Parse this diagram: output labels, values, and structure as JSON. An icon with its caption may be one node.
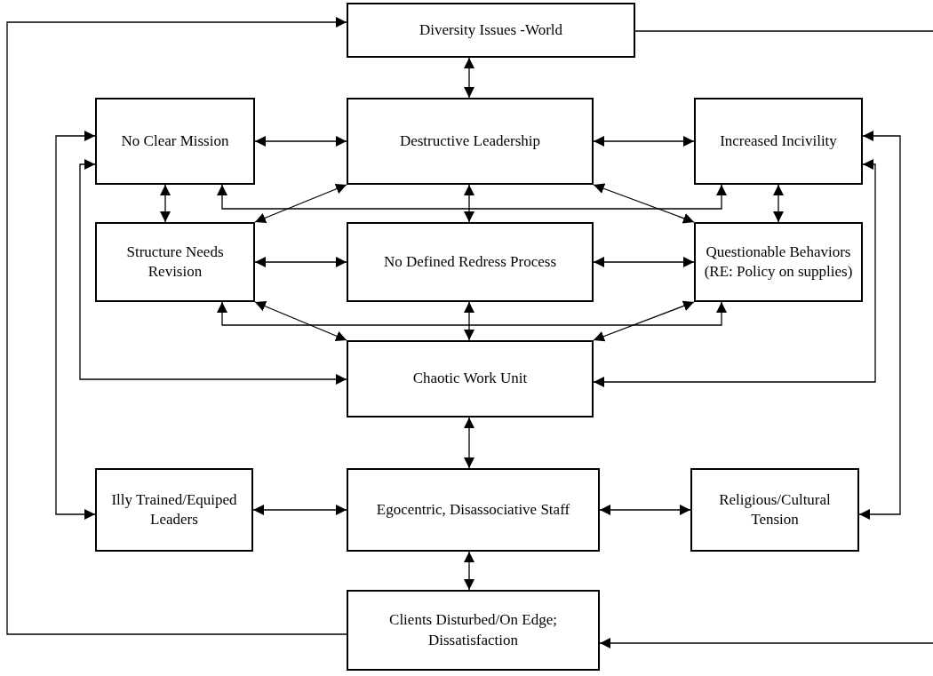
{
  "diagram": {
    "nodes": [
      {
        "text": [
          "Diversity Issues -World"
        ]
      },
      {
        "text": [
          "No Clear Mission"
        ]
      },
      {
        "text": [
          "Destructive Leadership"
        ]
      },
      {
        "text": [
          "Increased Incivility"
        ]
      },
      {
        "text": [
          "Structure Needs Revision"
        ]
      },
      {
        "text": [
          "No Defined Redress Process"
        ]
      },
      {
        "text": [
          "Questionable Behaviors (RE: Policy on supplies)"
        ]
      },
      {
        "text": [
          "Chaotic Work Unit"
        ]
      },
      {
        "text": [
          "Illy Trained/Equiped Leaders"
        ]
      },
      {
        "text": [
          "Egocentric, Disassociative Staff"
        ]
      },
      {
        "text": [
          "Religious/Cultural Tension"
        ]
      },
      {
        "text": [
          "Clients Disturbed/On Edge; Dissatisfaction"
        ]
      }
    ],
    "edges": [
      {
        "from": 11,
        "to": 0,
        "arrow": "to"
      },
      {
        "from": 0,
        "to": null,
        "arrow": "none"
      },
      {
        "from": null,
        "to": 11,
        "arrow": "to"
      },
      {
        "from": 0,
        "to": 2,
        "arrow": "both"
      },
      {
        "from": 1,
        "to": 2,
        "arrow": "both"
      },
      {
        "from": 2,
        "to": 3,
        "arrow": "both"
      },
      {
        "from": 1,
        "to": 4,
        "arrow": "both"
      },
      {
        "from": 3,
        "to": 6,
        "arrow": "both"
      },
      {
        "from": 4,
        "to": 5,
        "arrow": "both"
      },
      {
        "from": 5,
        "to": 6,
        "arrow": "both"
      },
      {
        "from": 2,
        "to": 5,
        "arrow": "both"
      },
      {
        "from": 5,
        "to": 7,
        "arrow": "both"
      },
      {
        "from": 4,
        "to": 2,
        "arrow": "both"
      },
      {
        "from": 2,
        "to": 6,
        "arrow": "both"
      },
      {
        "from": 4,
        "to": 7,
        "arrow": "both"
      },
      {
        "from": 6,
        "to": 7,
        "arrow": "both"
      },
      {
        "from": 1,
        "to": 3,
        "arrow": "both"
      },
      {
        "from": 4,
        "to": 6,
        "arrow": "both"
      },
      {
        "from": 1,
        "to": 8,
        "arrow": "both"
      },
      {
        "from": 1,
        "to": 7,
        "arrow": "both"
      },
      {
        "from": 3,
        "to": 10,
        "arrow": "both"
      },
      {
        "from": 3,
        "to": 7,
        "arrow": "both"
      },
      {
        "from": 7,
        "to": 9,
        "arrow": "both"
      },
      {
        "from": 8,
        "to": 9,
        "arrow": "both"
      },
      {
        "from": 9,
        "to": 10,
        "arrow": "both"
      },
      {
        "from": 9,
        "to": 11,
        "arrow": "both"
      }
    ]
  }
}
